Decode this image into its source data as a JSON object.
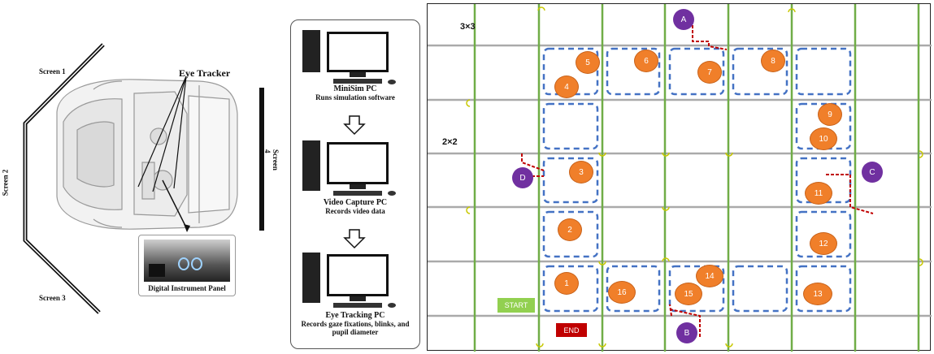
{
  "left_panel": {
    "screen1": "Screen 1",
    "screen2": "Screen 2",
    "screen3": "Screen 3",
    "screen4": "Screen 4",
    "eye_tracker": "Eye Tracker",
    "instrument_panel": "Digital Instrument Panel"
  },
  "middle_panel": {
    "pcs": [
      {
        "title": "MiniSim PC",
        "desc": "Runs simulation software"
      },
      {
        "title": "Video Capture PC",
        "desc": "Records video data"
      },
      {
        "title": "Eye Tracking PC",
        "desc": "Records gaze fixations, blinks, and pupil diameter"
      }
    ]
  },
  "right_panel": {
    "grid_3x3": "3×3",
    "grid_2x2": "2×2",
    "start": "START",
    "end": "END",
    "start_color": "#92d050",
    "end_color": "#c00000",
    "node_color": "#f07f2a",
    "purple_color": "#7030a0",
    "green_line_color": "#70ad47",
    "route_color": "#4472c4",
    "red_path_color": "#c00000",
    "nodes": [
      "1",
      "2",
      "3",
      "4",
      "5",
      "6",
      "7",
      "8",
      "9",
      "10",
      "11",
      "12",
      "13",
      "14",
      "15",
      "16"
    ],
    "points": [
      "A",
      "B",
      "C",
      "D"
    ]
  }
}
